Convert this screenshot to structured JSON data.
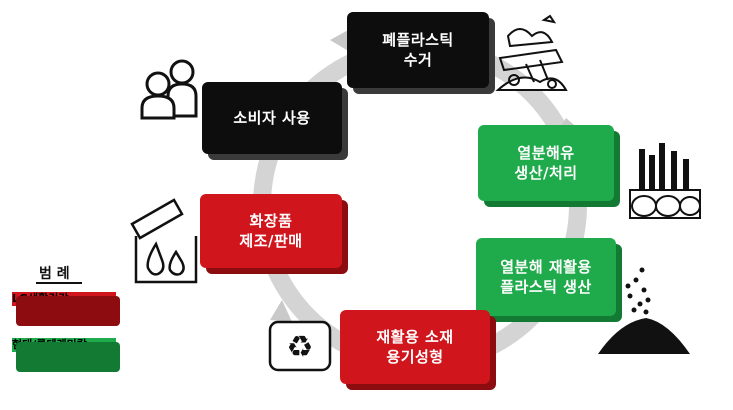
{
  "nodes": {
    "collection": "폐플라스틱\n수거",
    "pyrolysis_oil": "열분해유\n생산/처리",
    "recycled_plastic": "열분해 재활용\n플라스틱 생산",
    "recycled_container": "재활용 소재\n용기성형",
    "cosmetics": "화장품\n제조/판매",
    "consumer": "소비자 사용"
  },
  "legend": {
    "title": "범 례",
    "lg": "LG생활건강",
    "hyundai": "현대/롯데케미칼"
  },
  "colors": {
    "black": "#0d0d0d",
    "black_side": "#3a3a3a",
    "red": "#d0151c",
    "red_side": "#8c0c10",
    "green": "#1faa4b",
    "green_side": "#127a33",
    "cycle_ring": "#d4d4d4"
  },
  "icons": [
    "consumer-group-icon",
    "garbage-pile-icon",
    "factory-refinery-icon",
    "plastic-pellets-icon",
    "recycle-icon",
    "cosmetic-drops-icon"
  ]
}
